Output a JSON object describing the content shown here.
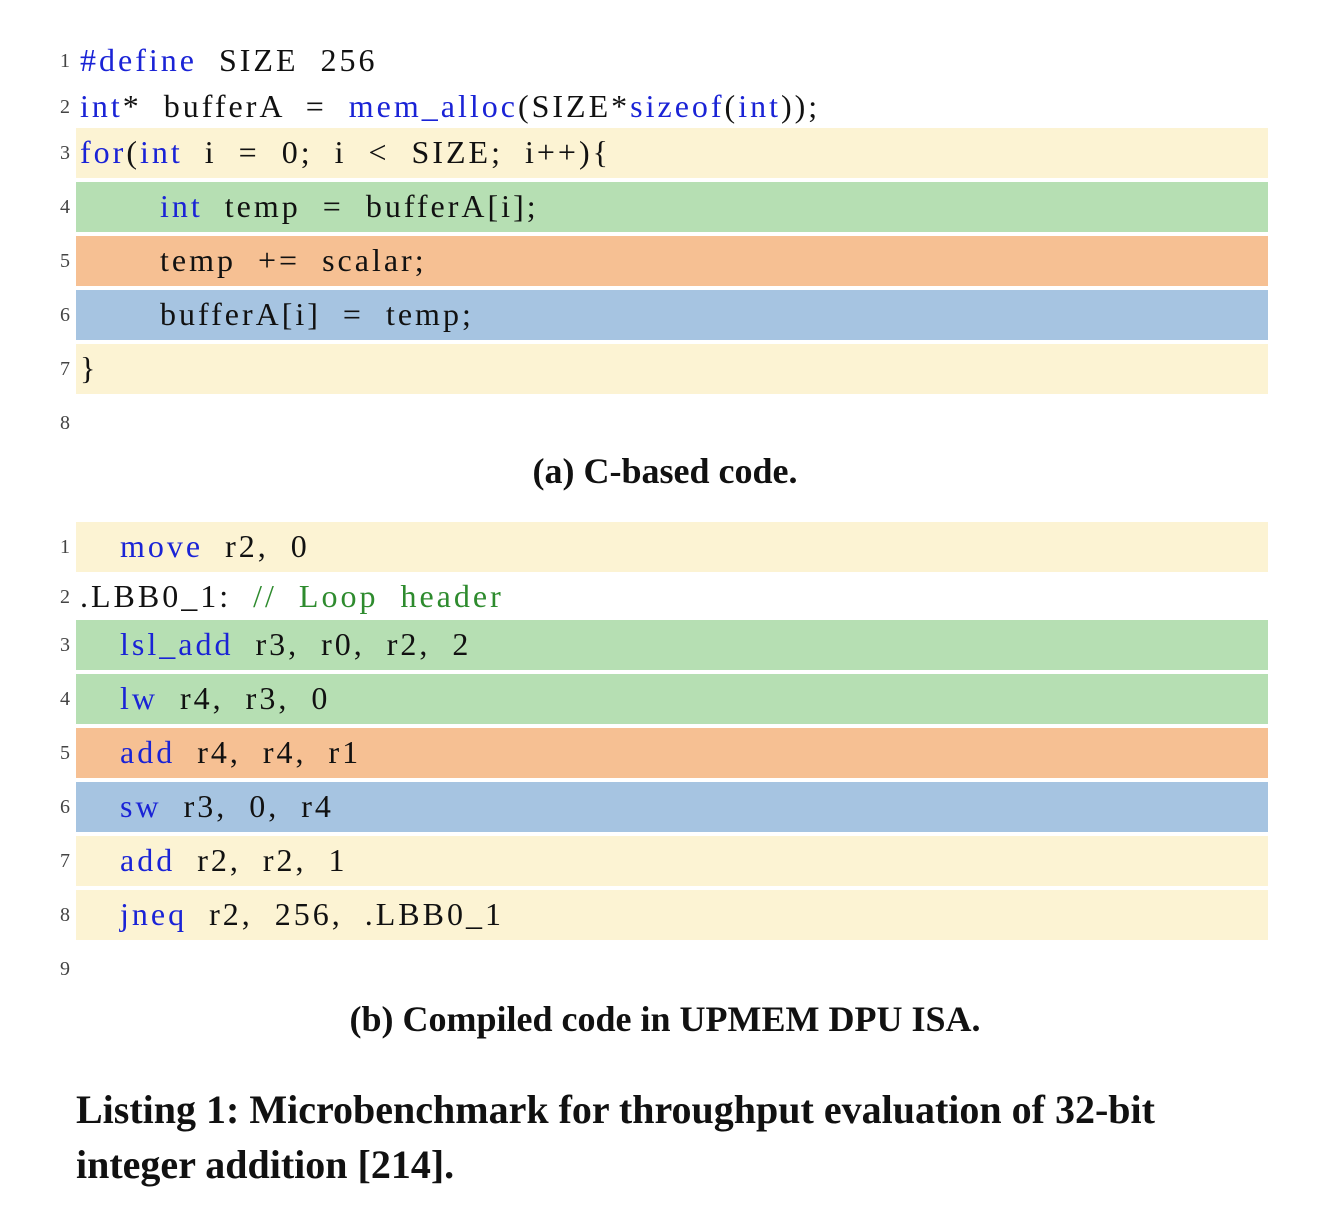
{
  "listing_a": {
    "lines": [
      {
        "num": "1",
        "band": "none",
        "indent": 0,
        "tokens": [
          {
            "t": "#define",
            "k": "kw"
          },
          {
            "t": "  SIZE  256",
            "k": "tx"
          }
        ]
      },
      {
        "num": "2",
        "band": "none",
        "indent": 0,
        "tokens": [
          {
            "t": "int",
            "k": "kw"
          },
          {
            "t": "*  bufferA  =  ",
            "k": "tx"
          },
          {
            "t": "mem_alloc",
            "k": "kw"
          },
          {
            "t": "(SIZE*",
            "k": "tx"
          },
          {
            "t": "sizeof",
            "k": "kw"
          },
          {
            "t": "(",
            "k": "tx"
          },
          {
            "t": "int",
            "k": "kw"
          },
          {
            "t": "));",
            "k": "tx"
          }
        ]
      },
      {
        "num": "3",
        "band": "yellow",
        "indent": 0,
        "tokens": [
          {
            "t": "for",
            "k": "kw"
          },
          {
            "t": "(",
            "k": "tx"
          },
          {
            "t": "int",
            "k": "kw"
          },
          {
            "t": "  i  =  0;  i  <  SIZE;  i++){",
            "k": "tx"
          }
        ]
      },
      {
        "num": "4",
        "band": "green",
        "indent": 4,
        "tokens": [
          {
            "t": "int",
            "k": "kw"
          },
          {
            "t": "  temp  =  bufferA[i];",
            "k": "tx"
          }
        ]
      },
      {
        "num": "5",
        "band": "orange",
        "indent": 4,
        "tokens": [
          {
            "t": "temp  +=  scalar;",
            "k": "tx"
          }
        ]
      },
      {
        "num": "6",
        "band": "blue",
        "indent": 4,
        "tokens": [
          {
            "t": "bufferA[i]  =  temp;",
            "k": "tx"
          }
        ]
      },
      {
        "num": "7",
        "band": "yellow",
        "indent": 0,
        "tokens": [
          {
            "t": "}",
            "k": "tx"
          }
        ]
      },
      {
        "num": "8",
        "band": "none",
        "indent": 0,
        "tokens": []
      }
    ]
  },
  "caption_a": "(a) C-based code.",
  "listing_b": {
    "lines": [
      {
        "num": "1",
        "band": "yellow",
        "indent": 2,
        "tokens": [
          {
            "t": "move",
            "k": "kw"
          },
          {
            "t": "  r2,  0",
            "k": "tx"
          }
        ]
      },
      {
        "num": "2",
        "band": "none",
        "indent": 0,
        "tokens": [
          {
            "t": ".LBB0_1:  ",
            "k": "tx"
          },
          {
            "t": "//  Loop  header",
            "k": "cm"
          }
        ]
      },
      {
        "num": "3",
        "band": "green",
        "indent": 2,
        "tokens": [
          {
            "t": "lsl_add",
            "k": "kw"
          },
          {
            "t": "  r3,  r0,  r2,  2",
            "k": "tx"
          }
        ]
      },
      {
        "num": "4",
        "band": "green",
        "indent": 2,
        "tokens": [
          {
            "t": "lw",
            "k": "kw"
          },
          {
            "t": "  r4,  r3,  0",
            "k": "tx"
          }
        ]
      },
      {
        "num": "5",
        "band": "orange",
        "indent": 2,
        "tokens": [
          {
            "t": "add",
            "k": "kw"
          },
          {
            "t": "  r4,  r4,  r1",
            "k": "tx"
          }
        ]
      },
      {
        "num": "6",
        "band": "blue",
        "indent": 2,
        "tokens": [
          {
            "t": "sw",
            "k": "kw"
          },
          {
            "t": "  r3,  0,  r4",
            "k": "tx"
          }
        ]
      },
      {
        "num": "7",
        "band": "yellow",
        "indent": 2,
        "tokens": [
          {
            "t": "add",
            "k": "kw"
          },
          {
            "t": "  r2,  r2,  1",
            "k": "tx"
          }
        ]
      },
      {
        "num": "8",
        "band": "yellow",
        "indent": 2,
        "tokens": [
          {
            "t": "jneq",
            "k": "kw"
          },
          {
            "t": "  r2,  256,  .LBB0_1",
            "k": "tx"
          }
        ]
      },
      {
        "num": "9",
        "band": "none",
        "indent": 0,
        "tokens": []
      }
    ]
  },
  "caption_b": "(b) Compiled code in UPMEM DPU ISA.",
  "listing_caption": "Listing 1: Microbenchmark for throughput evaluation of 32-bit integer addition [214].",
  "colors": {
    "keyword": "#1a23d6",
    "comment": "#2e8b2e",
    "yellow": "#fcf3d3",
    "green": "#b6dfb3",
    "orange": "#f6c093",
    "blue": "#a6c4e1"
  }
}
